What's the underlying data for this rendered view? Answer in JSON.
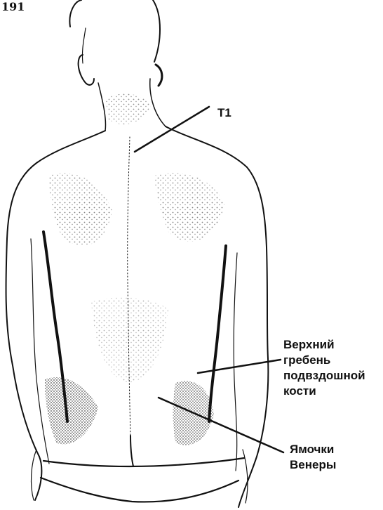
{
  "page_number": "191",
  "labels": {
    "t1": "T1",
    "iliac_crest": [
      "Верхний",
      "гребень",
      "подвздошной",
      "кости"
    ],
    "venus_dimples": [
      "Ямочки",
      "Венеры"
    ]
  },
  "colors": {
    "ink": "#111111",
    "background": "#ffffff"
  }
}
